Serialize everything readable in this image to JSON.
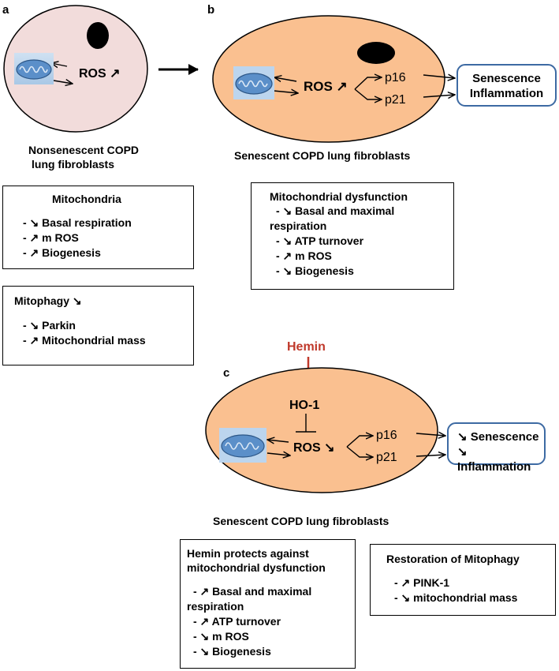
{
  "panels": {
    "a": {
      "letter": "a",
      "ros": "ROS ↗",
      "caption_line1": "Nonsenescent COPD",
      "caption_line2": "lung fibroblasts",
      "mito_box": {
        "title": "Mitochondria",
        "items": [
          "- ↘ Basal respiration",
          "- ↗ m ROS",
          "- ↗ Biogenesis"
        ]
      },
      "mitophagy_box": {
        "title": "Mitophagy ↘",
        "items": [
          "- ↘ Parkin",
          "- ↗ Mitochondrial mass"
        ]
      }
    },
    "b": {
      "letter": "b",
      "ros": "ROS ↗",
      "p16": "p16",
      "p21": "p21",
      "outcome_line1": "Senescence",
      "outcome_line2": "Inflammation",
      "caption": "Senescent COPD lung fibroblasts",
      "dysfunction_box": {
        "title": "Mitochondrial dysfunction",
        "items": [
          "- ↘ Basal and maximal",
          "respiration",
          "- ↘ ATP turnover",
          "- ↗ m ROS",
          "- ↘ Biogenesis"
        ]
      }
    },
    "c": {
      "letter": "c",
      "hemin": "Hemin",
      "ho1": "HO-1",
      "ros": "ROS ↘",
      "p16": "p16",
      "p21": "p21",
      "outcome_line1": "↘ Senescence",
      "outcome_line2": "↘ Inflammation",
      "caption": "Senescent COPD lung fibroblasts",
      "protect_box": {
        "title_line1": "Hemin protects against",
        "title_line2": "mitochondrial dysfunction",
        "items": [
          "- ↗ Basal and maximal",
          "respiration",
          "- ↗ ATP turnover",
          "- ↘ m ROS",
          "- ↘ Biogenesis"
        ]
      },
      "restore_box": {
        "title": "Restoration of Mitophagy",
        "items": [
          "- ↗ PINK-1",
          "- ↘ mitochondrial mass"
        ]
      }
    }
  },
  "colors": {
    "cell_nonsenescent": "#f2dcdb",
    "cell_senescent": "#fac090",
    "nucleus": "#000000",
    "hemin_red": "#c0392b",
    "outcome_border": "#3d6aa3",
    "mitochondrion": "#5b8fc9"
  },
  "icons": [
    "mitochondrion-icon",
    "nucleus-shape"
  ]
}
